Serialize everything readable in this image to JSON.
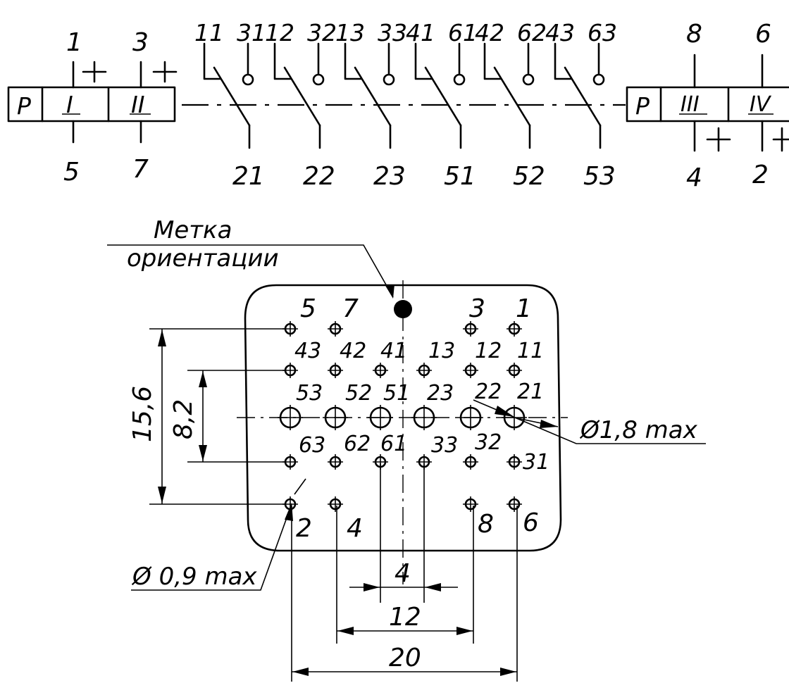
{
  "schematic": {
    "coil_left": {
      "type_letter": "P",
      "section_a": "I",
      "section_b": "II"
    },
    "coil_right": {
      "type_letter": "P",
      "section_a": "III",
      "section_b": "IV"
    },
    "coil_pins": {
      "top_left_a": "1",
      "top_left_b": "3",
      "bottom_left_a": "5",
      "bottom_left_b": "7",
      "top_right_a": "8",
      "top_right_b": "6",
      "bottom_right_a": "4",
      "bottom_right_b": "2",
      "polarity": "+"
    },
    "contacts": [
      {
        "nc": "11",
        "no": "31",
        "common": "21"
      },
      {
        "nc": "12",
        "no": "32",
        "common": "22"
      },
      {
        "nc": "13",
        "no": "33",
        "common": "23"
      },
      {
        "nc": "41",
        "no": "61",
        "common": "51"
      },
      {
        "nc": "42",
        "no": "62",
        "common": "52"
      },
      {
        "nc": "43",
        "no": "63",
        "common": "53"
      }
    ]
  },
  "pinout": {
    "orientation_mark_line1": "Метка",
    "orientation_mark_line2": "ориентации",
    "row1": [
      "5",
      "7",
      "3",
      "1"
    ],
    "row2": [
      "43",
      "42",
      "41",
      "13",
      "12",
      "11"
    ],
    "row3": [
      "53",
      "52",
      "51",
      "23",
      "22",
      "21"
    ],
    "row4": [
      "63",
      "62",
      "61",
      "33",
      "32",
      "31"
    ],
    "row5": [
      "2",
      "4",
      "8",
      "6"
    ],
    "dim_height_outer": "15,6",
    "dim_height_inner": "8,2",
    "dim_width_4": "4",
    "dim_width_12": "12",
    "dim_width_20": "20",
    "large_hole_note": "Ø1,8 max",
    "small_hole_note": "Ø 0,9 max"
  }
}
